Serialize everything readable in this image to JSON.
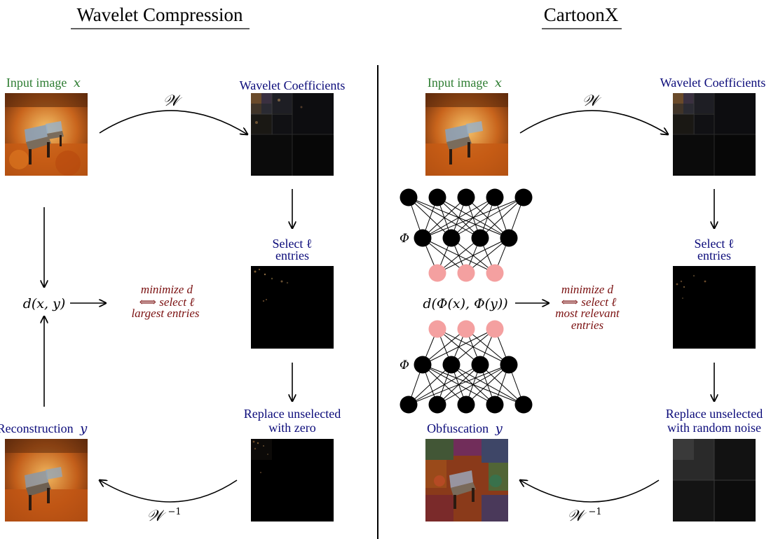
{
  "panels": {
    "left": {
      "title": "Wavelet Compression",
      "input_label": "Input image",
      "input_var": "x",
      "wavelet_label": "Wavelet Coefficients",
      "w_symbol": "𝒲",
      "select_label_line1": "Select ℓ",
      "select_label_line2": "entries",
      "distance_label": "d(x, y)",
      "objective_line1": "minimize d",
      "objective_line2": "⟺  select ℓ",
      "objective_line3": "largest entries",
      "replace_label_line1": "Replace unselected",
      "replace_label_line2": "with zero",
      "inverse_symbol": "𝒲",
      "inverse_exponent": "−1",
      "output_label": "Reconstruction",
      "output_var": "y"
    },
    "right": {
      "title": "CartoonX",
      "input_label": "Input image",
      "input_var": "x",
      "wavelet_label": "Wavelet Coefficients",
      "w_symbol": "𝒲",
      "select_label_line1": "Select ℓ",
      "select_label_line2": "entries",
      "phi_symbol": "Φ",
      "distance_label": "d(Φ(x), Φ(y))",
      "objective_line1": "minimize d",
      "objective_line2": "⟺  select ℓ",
      "objective_line3": "most relevant",
      "objective_line4": "entries",
      "replace_label_line1": "Replace unselected",
      "replace_label_line2": "with random noise",
      "inverse_symbol": "𝒲",
      "inverse_exponent": "−1",
      "output_label": "Obfuscation",
      "output_var": "y"
    }
  },
  "colors": {
    "green": "#2e7d32",
    "navy": "#0b0b7a",
    "maroon": "#7a1010",
    "black": "#000000",
    "node_black": "#000000",
    "node_pink": "#f4a0a0"
  },
  "icons": {
    "photo": "park-bench-autumn-photo",
    "wavelet": "wavelet-coefficient-map",
    "network": "neural-network-icon"
  },
  "network": {
    "layer_sizes_top": [
      5,
      4,
      3
    ],
    "layer_sizes_bottom": [
      3,
      4,
      5
    ]
  }
}
